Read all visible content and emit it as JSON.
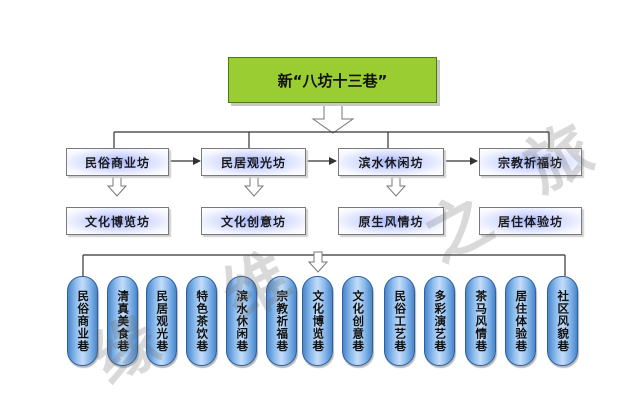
{
  "title": "新“八坊十三巷”",
  "level1": [
    "民俗商业坊",
    "民居观光坊",
    "滨水休闲坊",
    "宗教祈福坊"
  ],
  "level2": [
    "文化博览坊",
    "文化创意坊",
    "原生风情坊",
    "居住体验坊"
  ],
  "lanes": [
    "民俗商业巷",
    "清真美食巷",
    "民居观光巷",
    "特色茶饮巷",
    "滨水休闲巷",
    "宗教祈福巷",
    "文化博览巷",
    "文化创意巷",
    "民俗工艺巷",
    "多彩演艺巷",
    "茶马风情巷",
    "居住体验巷",
    "社区风貌巷"
  ],
  "watermark": [
    "缘",
    "维",
    "之",
    "旅"
  ],
  "colors": {
    "title_fill": "#9acd32",
    "connector": "#333333",
    "pill_edge": "#2e5f9e",
    "glow_center": "#a7b6ff"
  }
}
